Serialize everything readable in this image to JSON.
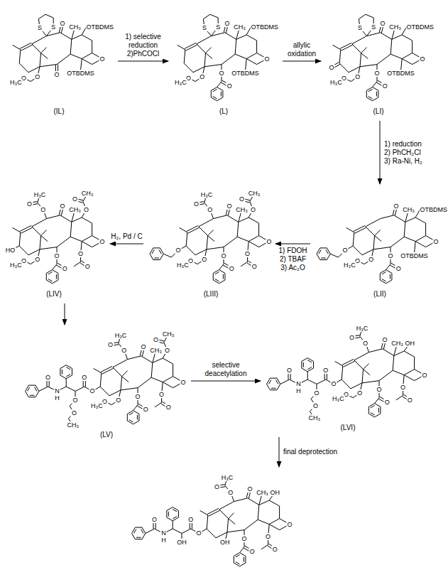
{
  "diagram": {
    "nodes": [
      {
        "text": [
          "S",
          "S",
          "O",
          "CH₃",
          "OTBDMS",
          "O",
          "OTBDMS",
          "O",
          "O",
          "O",
          "H₃C",
          "(IL)"
        ]
      },
      {
        "text": [
          "S",
          "S",
          "O",
          "CH₃",
          "OTBDMS",
          "O",
          "OTBDMS",
          "O",
          "O",
          "O",
          "O",
          "H₃C",
          "(L)"
        ]
      },
      {
        "text": [
          "S",
          "S",
          "O",
          "CH₃",
          "OTBDMS",
          "O",
          "OTBDMS",
          "O",
          "O",
          "O",
          "O",
          "H₃C",
          "O",
          "(LI)"
        ]
      },
      {
        "text": [
          "O",
          "CH₃",
          "OTBDMS",
          "O",
          "OTBDMS",
          "O",
          "O",
          "O",
          "O",
          "H₃C",
          "O",
          "(LII)"
        ]
      },
      {
        "text": [
          "O",
          "O",
          "H₃C",
          "O",
          "CH₃",
          "O",
          "O",
          "CH₃",
          "O",
          "O",
          "O",
          "O",
          "O",
          "O",
          "O",
          "H₃C",
          "O",
          "(LIII)"
        ]
      },
      {
        "text": [
          "O",
          "O",
          "H₃C",
          "O",
          "CH₃",
          "O",
          "O",
          "CH₃",
          "O",
          "O",
          "O",
          "O",
          "O",
          "O",
          "O",
          "H₃C",
          "HO",
          "(LIV)"
        ]
      },
      {
        "text": [
          "O",
          "O",
          "H₃C",
          "O",
          "CH₃",
          "O",
          "O",
          "CH₃",
          "O",
          "O",
          "O",
          "O",
          "O",
          "O",
          "O",
          "H₃C",
          "O",
          "O",
          "O",
          "O",
          "CH₃",
          "N",
          "H",
          "O",
          "(LV)"
        ]
      },
      {
        "text": [
          "O",
          "O",
          "H₃C",
          "O",
          "CH₃",
          "OH",
          "O",
          "O",
          "O",
          "O",
          "O",
          "O",
          "O",
          "H₃C",
          "O",
          "O",
          "O",
          "O",
          "CH₃",
          "N",
          "H",
          "O",
          "(LVI)"
        ]
      },
      {
        "text": [
          "O",
          "O",
          "H₃C",
          "O",
          "CH₃",
          "OH",
          "O",
          "O",
          "O",
          "O",
          "O",
          "OH",
          "O",
          "O",
          "OH",
          "N",
          "H",
          "O"
        ]
      }
    ],
    "edges": [
      {
        "from": 0,
        "to": 1,
        "arrow": "to",
        "label": "1) selective reduction 2)PhCOCl"
      },
      {
        "from": 1,
        "to": 2,
        "arrow": "to",
        "label": "allylic oxidation"
      },
      {
        "from": 2,
        "to": 3,
        "arrow": "to",
        "label": "1) reduction 2) PhCH₂Cl 3) Ra-Ni, H₂"
      },
      {
        "from": 3,
        "to": 4,
        "arrow": "to",
        "label": "1) FDOH 2) TBAF 3) Ac₂O"
      },
      {
        "from": 4,
        "to": 5,
        "arrow": "to",
        "label": "H₂, Pd / C"
      },
      {
        "from": 5,
        "to": 6,
        "arrow": "to"
      },
      {
        "from": 6,
        "to": 7,
        "arrow": "to",
        "label": "selective deacetylation"
      },
      {
        "from": 7,
        "to": 8,
        "arrow": "to",
        "label": "final deprotection"
      }
    ]
  }
}
